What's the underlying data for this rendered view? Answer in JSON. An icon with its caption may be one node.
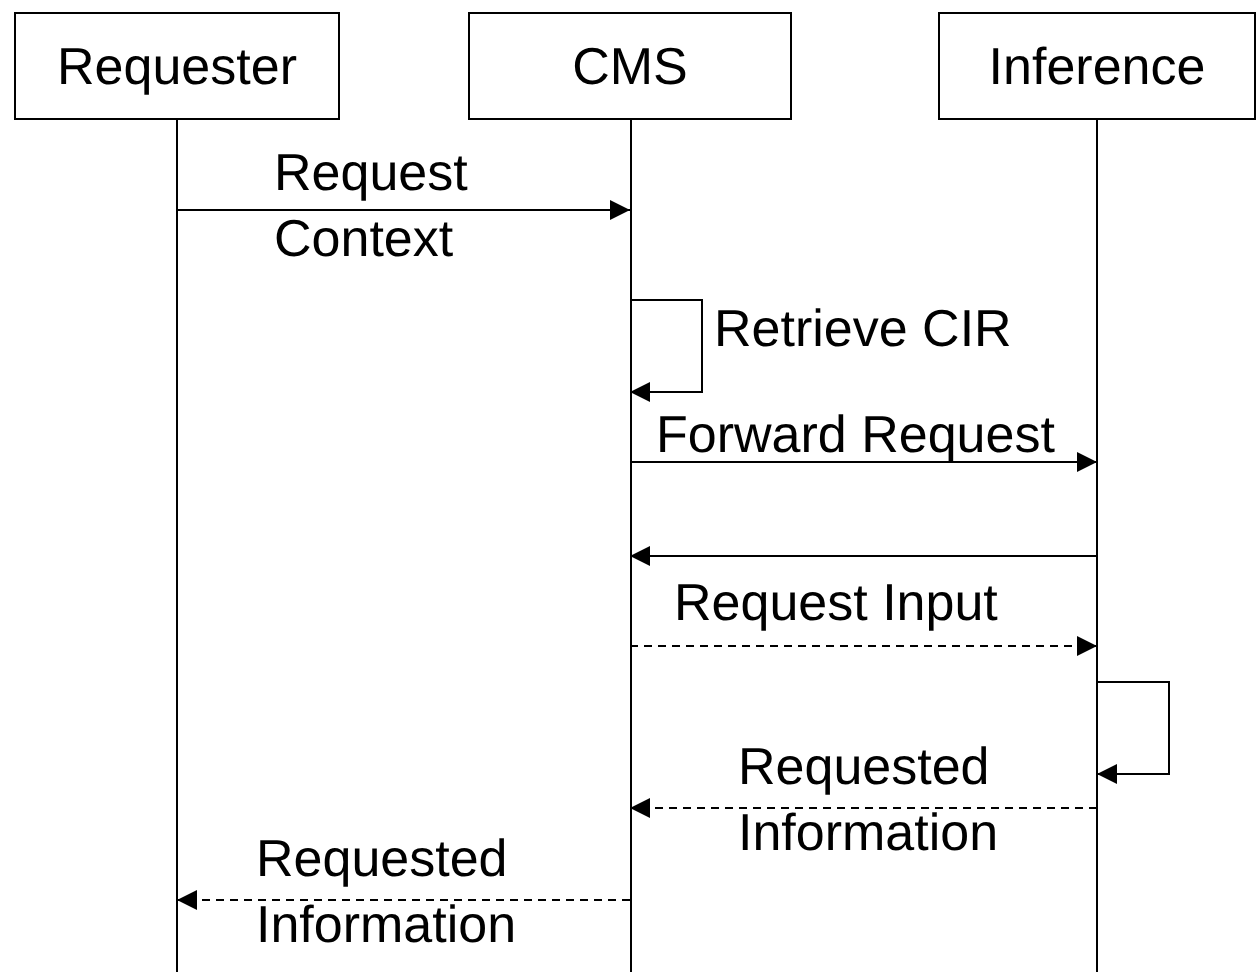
{
  "diagram": {
    "nodes": [
      {
        "text": [
          "Requester"
        ]
      },
      {
        "text": [
          "CMS"
        ]
      },
      {
        "text": [
          "Inference"
        ]
      }
    ],
    "edges": [
      {
        "from": 0,
        "to": 1,
        "arrow": "to",
        "label": "Request Context"
      },
      {
        "from": 1,
        "to": 1,
        "arrow": "to",
        "label": "Retrieve CIR"
      },
      {
        "from": 1,
        "to": 2,
        "arrow": "to",
        "label": "Forward Request"
      },
      {
        "from": 2,
        "to": 1,
        "arrow": "to"
      },
      {
        "from": 1,
        "to": 2,
        "arrow": "to",
        "label": "Request Input",
        "style": "dashed"
      },
      {
        "from": 2,
        "to": 2,
        "arrow": "to"
      },
      {
        "from": 2,
        "to": 1,
        "arrow": "to",
        "label": "Requested Information",
        "style": "dashed"
      },
      {
        "from": 1,
        "to": 0,
        "arrow": "to",
        "label": "Requested Information",
        "style": "dashed"
      }
    ]
  }
}
